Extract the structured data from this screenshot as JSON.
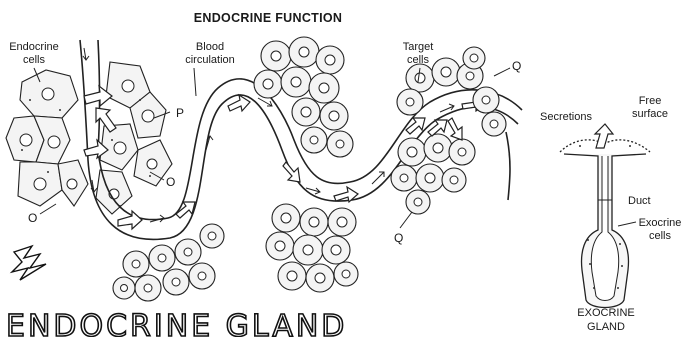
{
  "diagram": {
    "title": "ENDOCRINE FUNCTION",
    "labels": {
      "endocrine_cells": [
        "Endocrine",
        "cells"
      ],
      "blood_circulation": [
        "Blood",
        "circulation"
      ],
      "target_cells": [
        "Target",
        "cells"
      ],
      "secretions": "Secretions",
      "free_surface": [
        "Free",
        "surface"
      ],
      "duct": "Duct",
      "exocrine_cells": [
        "Exocrine",
        "cells"
      ],
      "exocrine_gland": [
        "EXOCRINE",
        "GLAND"
      ],
      "letter_p": "P",
      "letter_o_left": "O",
      "letter_o_mid": "O",
      "letter_q_top": "Q",
      "letter_q_bottom": "Q"
    },
    "footer_title": "ENDOCRINE GLAND"
  }
}
